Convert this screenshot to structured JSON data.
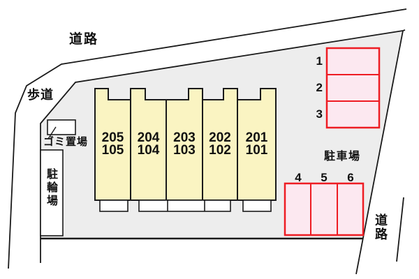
{
  "labels": {
    "road_top": "道路",
    "sidewalk": "歩道",
    "garbage": "ゴミ置場",
    "bicycle_parking": "駐輪場",
    "parking_lot": "駐車場",
    "road_right": "道路"
  },
  "building": {
    "units": [
      {
        "upper": "205",
        "lower": "105"
      },
      {
        "upper": "204",
        "lower": "104"
      },
      {
        "upper": "203",
        "lower": "103"
      },
      {
        "upper": "202",
        "lower": "102"
      },
      {
        "upper": "201",
        "lower": "101"
      }
    ]
  },
  "parking": {
    "vertical_spots": [
      "1",
      "2",
      "3"
    ],
    "horizontal_spots": [
      "4",
      "5",
      "6"
    ]
  },
  "colors": {
    "site_fill": "#ededed",
    "building_fill": "#faf4c2",
    "outline": "#1a1a1a",
    "parking_fill": "#fce8f0",
    "parking_border": "#ee1c23",
    "text": "#111111",
    "background": "#ffffff"
  }
}
